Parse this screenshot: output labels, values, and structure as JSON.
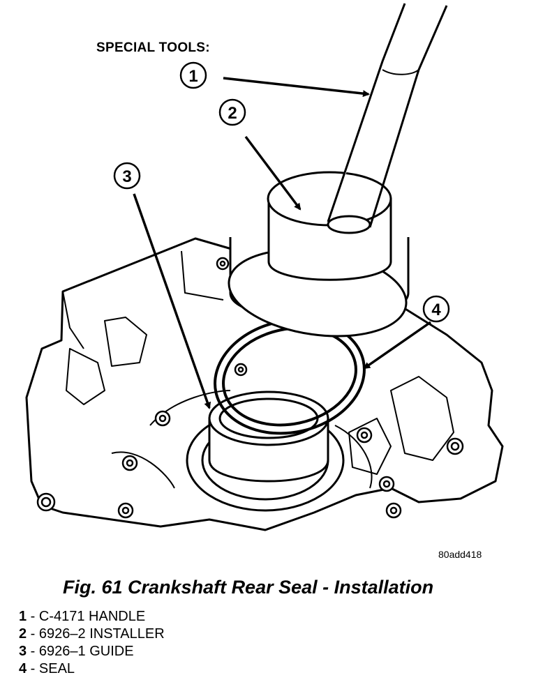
{
  "heading": "SPECIAL TOOLS:",
  "callouts": [
    {
      "num": "1"
    },
    {
      "num": "2"
    },
    {
      "num": "3"
    },
    {
      "num": "4"
    }
  ],
  "figure_code": "80add418",
  "caption": "Fig. 61 Crankshaft Rear Seal - Installation",
  "legend": [
    {
      "num": "1",
      "text": " - C-4171 HANDLE"
    },
    {
      "num": "2",
      "text": " - 6926–2 INSTALLER"
    },
    {
      "num": "3",
      "text": " - 6926–1 GUIDE"
    },
    {
      "num": "4",
      "text": " - SEAL"
    }
  ]
}
